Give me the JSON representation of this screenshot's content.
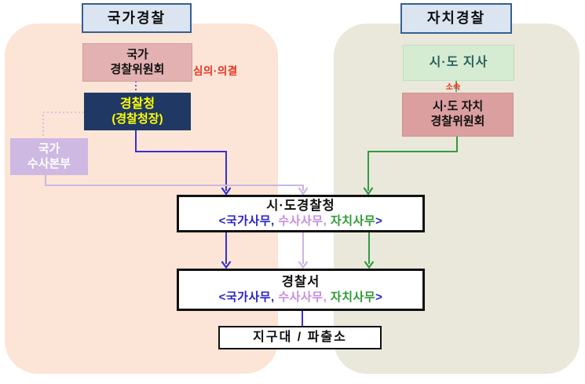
{
  "colors": {
    "national_bg": "#fce5d6",
    "municipal_bg": "#e9e8da",
    "header_fill": "#dbe5f1",
    "header_border": "#365f91",
    "rose_fill_national": "#e3b1b1",
    "rose_fill_municipal": "#db9f9f",
    "navy_fill": "#1f3864",
    "navy_text": "#ffff00",
    "lavender_fill": "#cdb9e2",
    "green_fill": "#d5ebd2",
    "green_box_text": "#26615c",
    "annotation_red": "#e5311f",
    "national_line_blue": "#3a30cf",
    "investigation_line_lavender": "#cbb6e4",
    "municipal_line_green": "#339a43",
    "duty_national_blue": "#2a23cc",
    "duty_investigation_purple": "#c78ee0",
    "duty_municipal_green": "#2f9a35"
  },
  "headers": {
    "national": "국가경찰",
    "municipal": "자치경찰"
  },
  "national_track": {
    "commission_line1": "국가",
    "commission_line2": "경찰위원회",
    "commission_annotation": "심의·의결",
    "agency_line1": "경찰청",
    "agency_line2": "(경찰청장)",
    "investigation_hq_line1": "국가",
    "investigation_hq_line2": "수사본부"
  },
  "municipal_track": {
    "governor": "시·도 지사",
    "affiliation_annotation": "소속",
    "commission_line1": "시·도 자치",
    "commission_line2": "경찰위원회"
  },
  "hierarchy": {
    "provincial_agency_title": "시·도경찰청",
    "police_station_title": "경찰서",
    "duties": {
      "open_national": "<국가사무,",
      "investigation": " 수사사무,",
      "municipal": " 자치사무",
      "close": ">"
    },
    "substation": "지구대 / 파출소"
  }
}
